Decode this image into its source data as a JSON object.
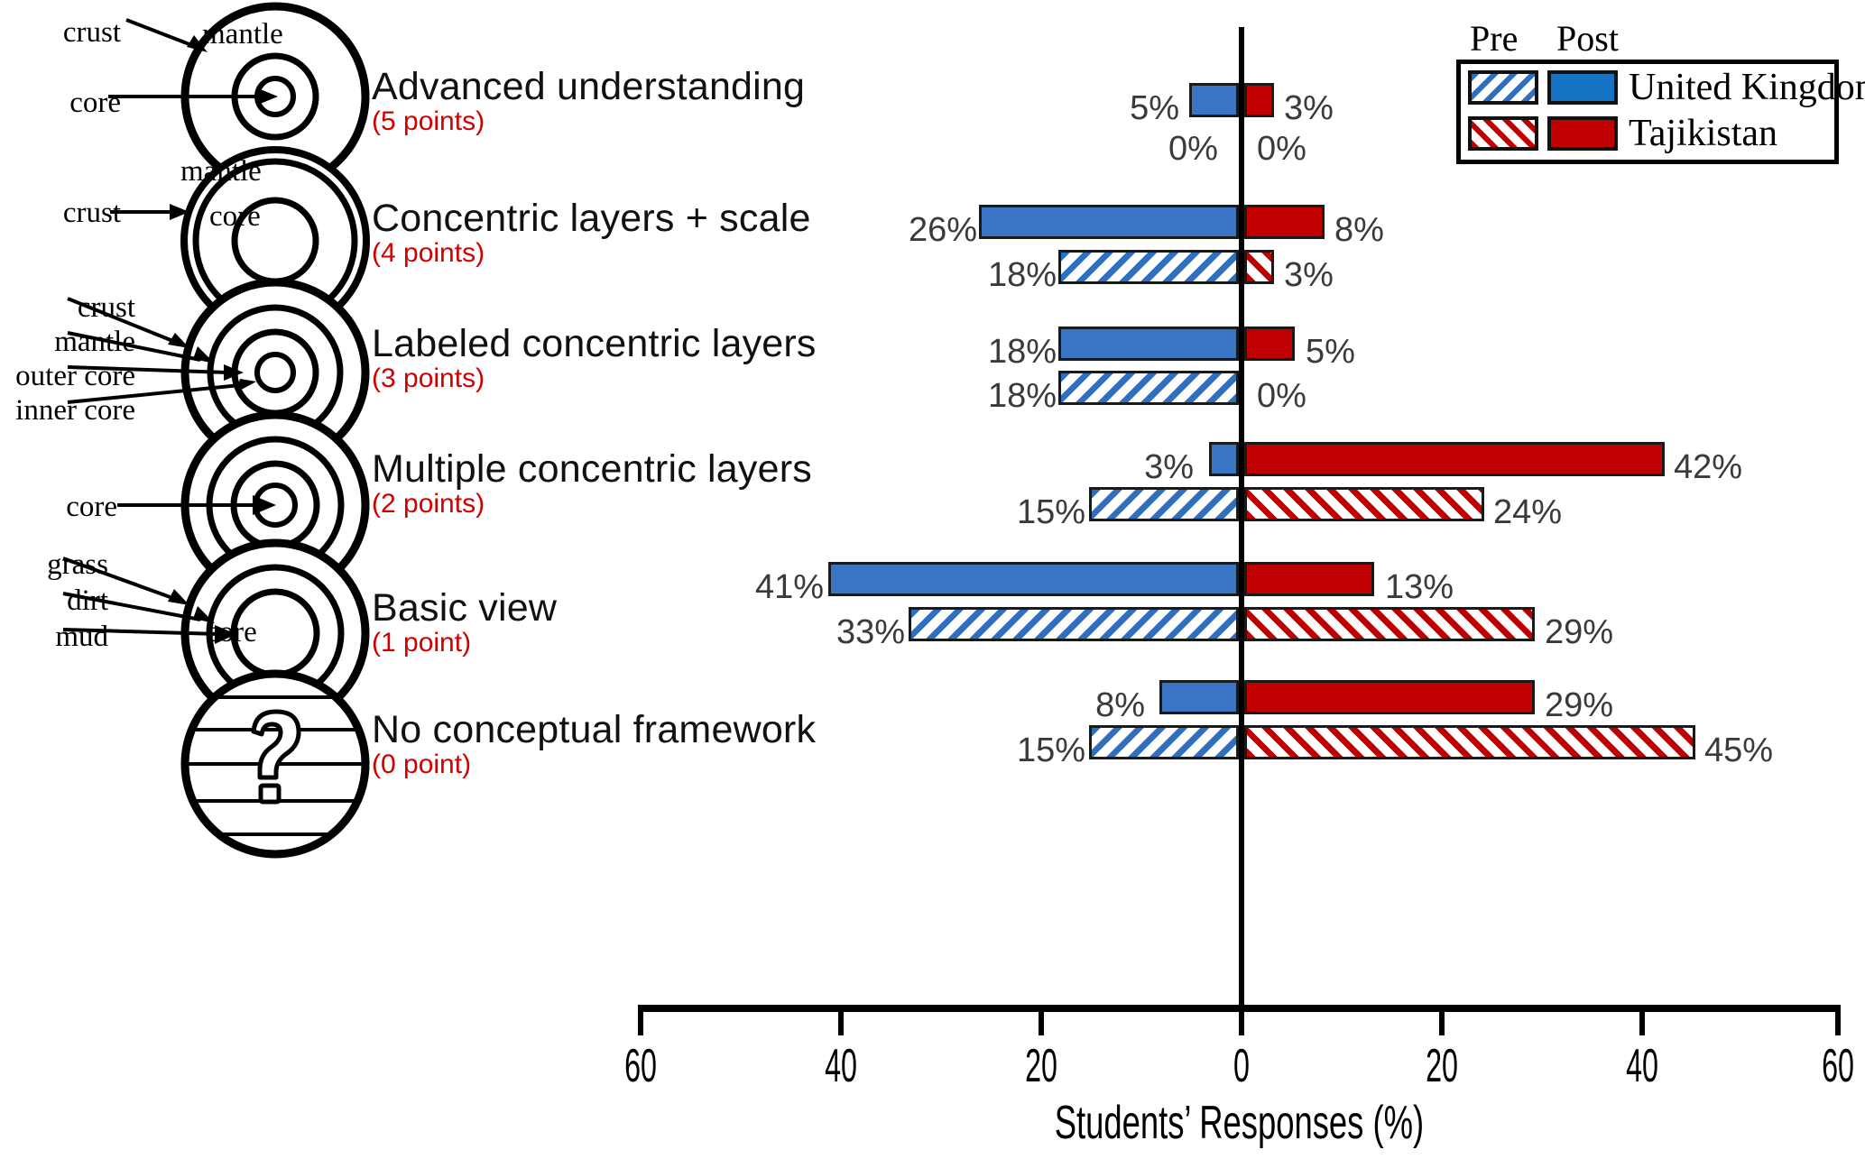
{
  "chart_data": {
    "type": "bar",
    "orientation": "horizontal-diverging",
    "title": "",
    "xlabel": "Students’ Responses (%)",
    "ylabel": "",
    "xlim": [
      -60,
      60
    ],
    "xticks": [
      60,
      40,
      20,
      0,
      20,
      40,
      60
    ],
    "grid": false,
    "legend_position": "top-right",
    "legend_header": {
      "pre": "Pre",
      "post": "Post"
    },
    "series_names": [
      "United Kingdom",
      "Tajikistan"
    ],
    "colors": {
      "uk": "#3a74c4",
      "tj": "#c00000",
      "points": "#d00000",
      "axis": "#000000"
    },
    "categories": [
      "Advanced understanding",
      "Concentric layers + scale",
      "Labeled concentric layers",
      "Multiple concentric layers",
      "Basic view",
      "No conceptual framework"
    ],
    "points": [
      "(5 points)",
      "(4 points)",
      "(3 points)",
      "(2 points)",
      "(1 point)",
      "(0 point)"
    ],
    "series": [
      {
        "name": "United Kingdom",
        "phase": "Post",
        "side": "left",
        "values": [
          5,
          26,
          18,
          3,
          41,
          8
        ]
      },
      {
        "name": "Tajikistan",
        "phase": "Post",
        "side": "right",
        "values": [
          3,
          8,
          5,
          42,
          13,
          29
        ]
      },
      {
        "name": "United Kingdom",
        "phase": "Pre",
        "side": "left",
        "values": [
          0,
          18,
          18,
          15,
          33,
          15
        ]
      },
      {
        "name": "Tajikistan",
        "phase": "Pre",
        "side": "right",
        "values": [
          0,
          3,
          0,
          24,
          29,
          45
        ]
      }
    ],
    "data_labels": {
      "uk_post": [
        "5%",
        "26%",
        "18%",
        "3%",
        "41%",
        "8%"
      ],
      "tj_post": [
        "3%",
        "8%",
        "5%",
        "42%",
        "13%",
        "29%"
      ],
      "uk_pre": [
        "0%",
        "18%",
        "18%",
        "15%",
        "33%",
        "15%"
      ],
      "tj_pre": [
        "0%",
        "3%",
        "0%",
        "24%",
        "29%",
        "45%"
      ]
    }
  },
  "rows": [
    {
      "id": "advanced-understanding",
      "label": "Advanced understanding",
      "points": "(5 points)",
      "diagram": "earth-3-layer-crust-mantle-core",
      "annotations": [
        "crust",
        "mantle",
        "core"
      ],
      "uk_post": "5%",
      "tj_post": "3%",
      "uk_pre": "0%",
      "tj_pre": "0%"
    },
    {
      "id": "concentric-layers-scale",
      "label": "Concentric layers + scale",
      "points": "(4 points)",
      "diagram": "earth-thin-crust-mantle-core",
      "annotations": [
        "crust",
        "mantle",
        "core"
      ],
      "uk_post": "26%",
      "tj_post": "8%",
      "uk_pre": "18%",
      "tj_pre": "3%"
    },
    {
      "id": "labeled-concentric-layers",
      "label": "Labeled concentric layers",
      "points": "(3 points)",
      "diagram": "earth-4-labeled-layers",
      "annotations": [
        "crust",
        "mantle",
        "outer core",
        "inner core"
      ],
      "uk_post": "18%",
      "tj_post": "5%",
      "uk_pre": "18%",
      "tj_pre": "0%"
    },
    {
      "id": "multiple-concentric-layers",
      "label": "Multiple concentric layers",
      "points": "(2 points)",
      "diagram": "earth-4-unlabeled-layers-core",
      "annotations": [
        "core"
      ],
      "uk_post": "3%",
      "tj_post": "42%",
      "uk_pre": "15%",
      "tj_pre": "24%"
    },
    {
      "id": "basic-view",
      "label": "Basic view",
      "points": "(1 point)",
      "diagram": "earth-grass-dirt-mud-core",
      "annotations": [
        "grass",
        "dirt",
        "mud",
        "core"
      ],
      "uk_post": "41%",
      "tj_post": "13%",
      "uk_pre": "33%",
      "tj_pre": "29%"
    },
    {
      "id": "no-conceptual-framework",
      "label": "No conceptual framework",
      "points": "(0 point)",
      "diagram": "earth-question-mark",
      "annotations": [],
      "uk_post": "8%",
      "tj_post": "29%",
      "uk_pre": "15%",
      "tj_pre": "45%"
    }
  ],
  "diagram_labels": {
    "crust": "crust",
    "mantle": "mantle",
    "core": "core",
    "outer_core": "outer core",
    "inner_core": "inner core",
    "grass": "grass",
    "dirt": "dirt",
    "mud": "mud",
    "question": "?"
  },
  "legend": {
    "pre_header": "Pre",
    "post_header": "Post",
    "entries": [
      {
        "name": "United Kingdom",
        "color": "#3a74c4"
      },
      {
        "name": "Tajikistan",
        "color": "#c00000"
      }
    ]
  },
  "axis": {
    "ticks": [
      "60",
      "40",
      "20",
      "0",
      "20",
      "40",
      "60"
    ],
    "title": "Students’ Responses (%)"
  }
}
